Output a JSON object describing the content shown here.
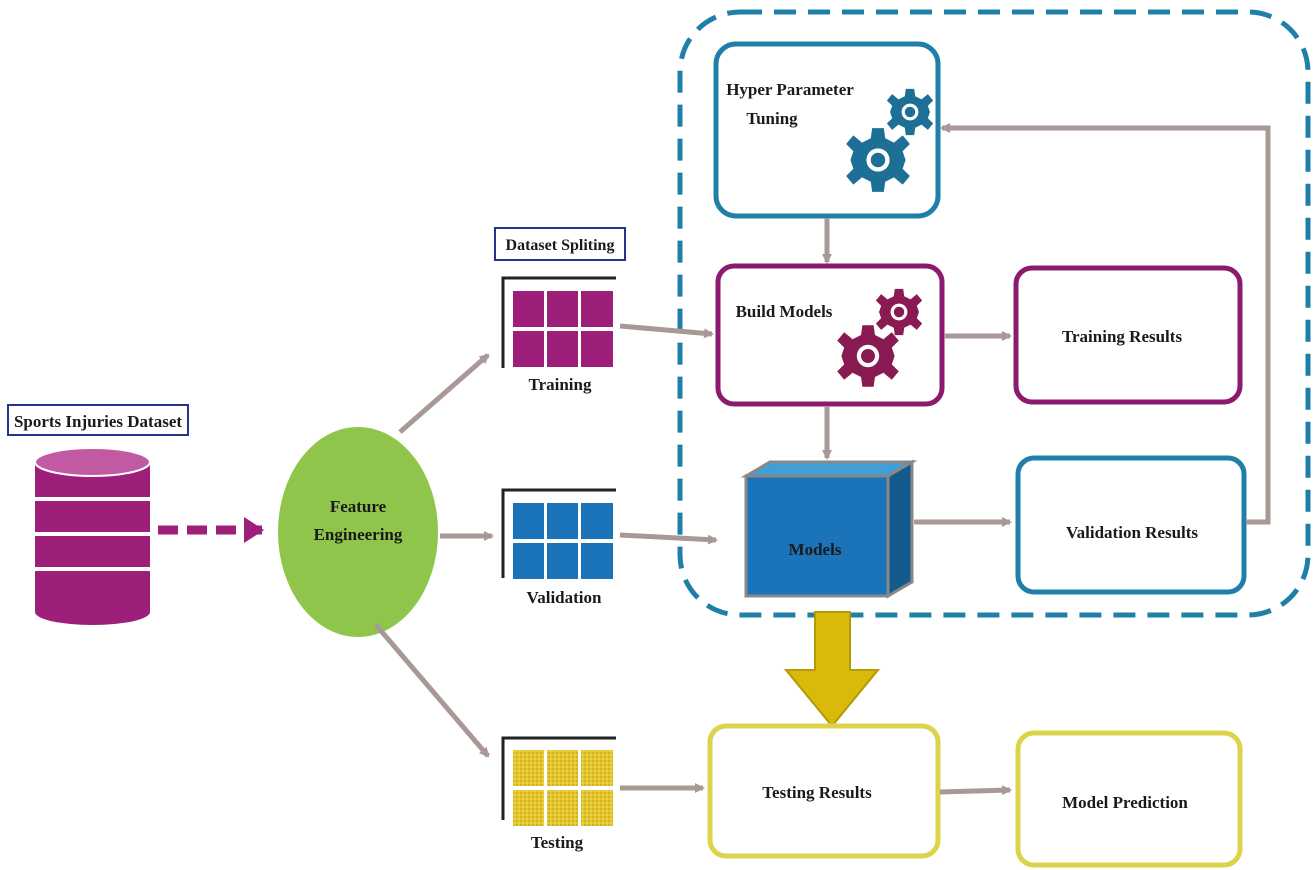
{
  "colors": {
    "arrow": "#a89896",
    "magenta": "#9e1f7a",
    "magenta_light": "#c25aa3",
    "teal": "#1f7fa8",
    "blue_fill": "#1b73b9",
    "blue_top": "#3f9fd6",
    "yellow": "#ddd34a",
    "yellow_fill": "#e3c62a",
    "gold_arrow": "#d9b90a",
    "green": "#8fc54a",
    "label_box": "#27348b",
    "gear_blue": "#1d6f95",
    "gear_maroon": "#8a1b52"
  },
  "labels": {
    "dataset": "Sports Injuries Dataset",
    "feature_line1": "Feature",
    "feature_line2": "Engineering",
    "splitting": "Dataset Spliting",
    "training": "Training",
    "validation": "Validation",
    "testing": "Testing",
    "hyper_line1": "Hyper Parameter",
    "hyper_line2": "Tuning",
    "build_models": "Build Models",
    "training_results": "Training Results",
    "models": "Models",
    "validation_results": "Validation Results",
    "testing_results": "Testing Results",
    "model_prediction": "Model Prediction"
  },
  "icons": {
    "database": "database-icon",
    "gears_hyper": "gears-icon",
    "gears_build": "gears-icon",
    "grid_training": "table-grid-icon",
    "grid_validation": "table-grid-icon",
    "grid_testing": "table-grid-icon",
    "cube": "cube-icon"
  }
}
